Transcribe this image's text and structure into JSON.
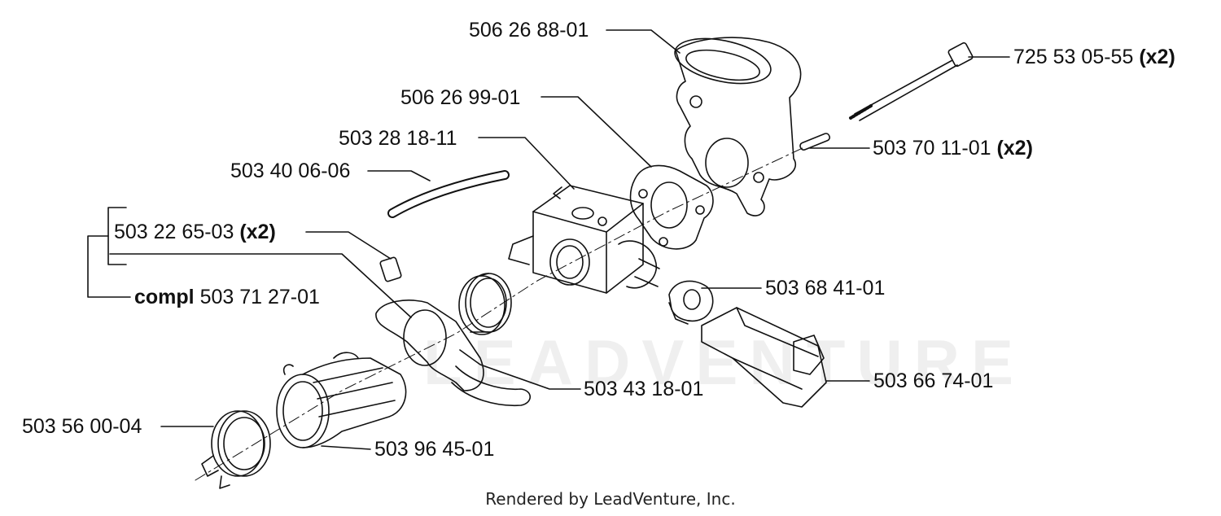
{
  "watermark": "LEADVENTURE",
  "footer": "Rendered by LeadVenture, Inc.",
  "callouts": [
    {
      "id": "p1",
      "number": "506 26 88-01",
      "qty": ""
    },
    {
      "id": "p2",
      "number": "725 53 05-55",
      "qty": "(x2)"
    },
    {
      "id": "p3",
      "number": "506 26 99-01",
      "qty": ""
    },
    {
      "id": "p4",
      "number": "503 70 11-01",
      "qty": "(x2)"
    },
    {
      "id": "p5",
      "number": "503 28 18-11",
      "qty": ""
    },
    {
      "id": "p6",
      "number": "503 40 06-06",
      "qty": ""
    },
    {
      "id": "p7",
      "number": "503 22 65-03",
      "qty": "(x2)"
    },
    {
      "id": "p8",
      "prefix": "compl",
      "number": "503 71 27-01",
      "qty": ""
    },
    {
      "id": "p9",
      "number": "503 68 41-01",
      "qty": ""
    },
    {
      "id": "p10",
      "number": "503 43 18-01",
      "qty": ""
    },
    {
      "id": "p11",
      "number": "503 66 74-01",
      "qty": ""
    },
    {
      "id": "p12",
      "number": "503 56 00-04",
      "qty": ""
    },
    {
      "id": "p13",
      "number": "503 96 45-01",
      "qty": ""
    }
  ]
}
